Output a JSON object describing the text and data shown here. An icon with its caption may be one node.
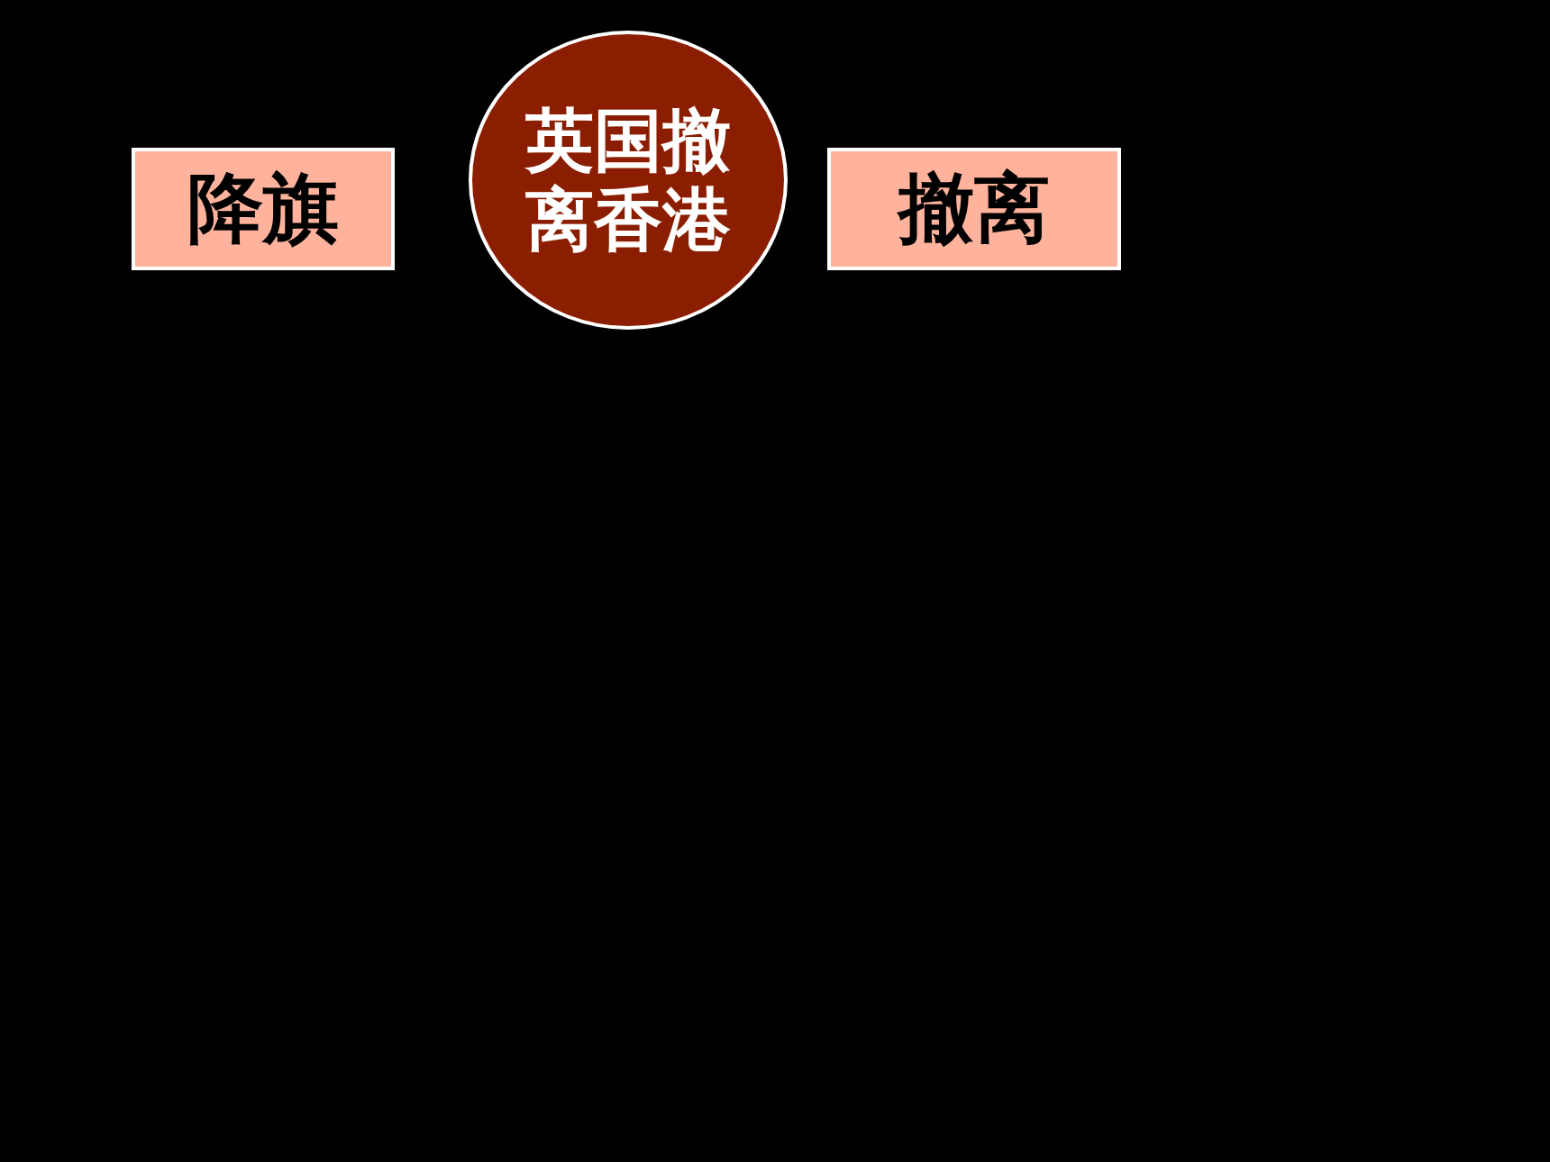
{
  "diagram": {
    "nodes": [
      {
        "text": [
          "降旗"
        ]
      },
      {
        "text": [
          "英国撤离香港"
        ]
      },
      {
        "text": [
          "撤离"
        ]
      }
    ]
  }
}
